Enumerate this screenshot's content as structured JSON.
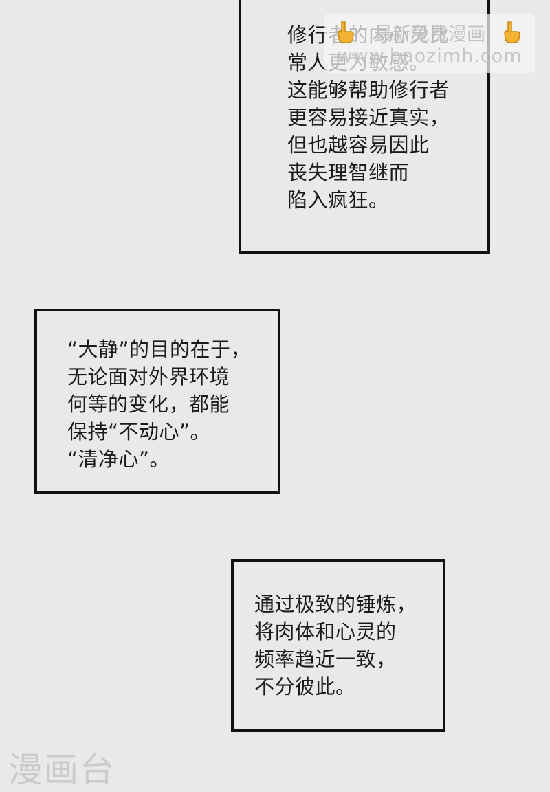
{
  "panels": [
    {
      "text": "修行者的内心灵比\n常人更为敏感。\n这能够帮助修行者\n更容易接近真实，\n但也越容易因此\n丧失理智继而\n陷入疯狂。"
    },
    {
      "text": "“大静”的目的在于，\n无论面对外界环境\n何等的变化，都能\n保持“不动心”。\n“清净心”。"
    },
    {
      "text": "通过极致的锤炼，\n将肉体和心灵的\n频率趋近一致，\n不分彼此。"
    }
  ],
  "watermark": {
    "line1": "最新免费漫画",
    "line2": "www.baozimh.com",
    "icon": "pointing-down-hand-icon",
    "icon_color": "#f2b233"
  },
  "corner_logo": "漫画台"
}
